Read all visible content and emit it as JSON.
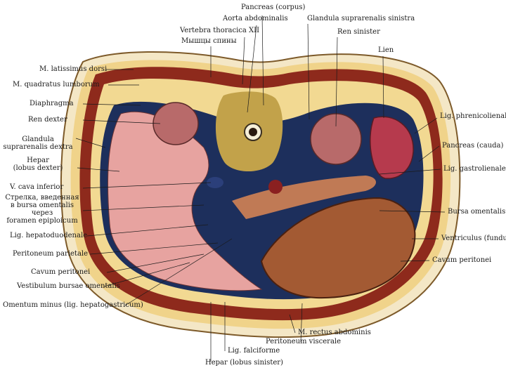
{
  "figure": {
    "colors": {
      "skin": "#f4e7c6",
      "fat": "#f0d38a",
      "muscle": "#8e2a1c",
      "liver": "#e7a3a0",
      "peritoneum": "#1d2f5c",
      "vertebra": "#c2a24a",
      "kidney": "#b86a6a",
      "spleen": "#b63a4d",
      "stomach": "#a35a33",
      "pancreas": "#c07a55"
    },
    "labels": {
      "pancreas_corpus": "Pancreas (corpus)",
      "aorta": "Aorta abdominalis",
      "gl_suprarenalis_sin": "Glandula suprarenalis sinistra",
      "vertebra": "Vertebra thoracica XII",
      "ren_sinister": "Ren sinister",
      "myshtsy": "Мышцы спины",
      "lien": "Lien",
      "latissimus": "M. latissimus dorsi",
      "quadratus": "M. quadratus lumborum",
      "diaphragma": "Diaphragma",
      "ren_dexter": "Ren dexter",
      "gl_suprarenalis_dex_1": "Glandula",
      "gl_suprarenalis_dex_2": "suprarenalis dextra",
      "hepar_dexter_1": "Hepar",
      "hepar_dexter_2": "(lobus dexter)",
      "cava": "V. cava inferior",
      "arrow_1": "Стрелка, введенная",
      "arrow_2": "в bursa omentalis",
      "arrow_3": "через",
      "arrow_4": "foramen epiploicum",
      "hepatoduodenale": "Lig. hepatoduodenale",
      "peritoneum_parietale": "Peritoneum parietale",
      "cavum_left": "Cavum peritonei",
      "vestibulum": "Vestibulum bursae omentalis",
      "omentum": "Omentum minus (lig. hepatogastricum)",
      "phrenicolienale": "Lig. phrenicolienale",
      "pancreas_cauda": "Pancreas (cauda)",
      "gastrolienale": "Lig. gastrolienale",
      "bursa": "Bursa omentalis",
      "ventriculus": "Ventriculus (fundus)",
      "cavum_right": "Cavum peritonei",
      "rectus": "M. rectus abdominis",
      "viscerale": "Peritoneum viscerale",
      "falciforme": "Lig. falciforme",
      "hepar_sinister": "Hepar (lobus sinister)"
    }
  }
}
